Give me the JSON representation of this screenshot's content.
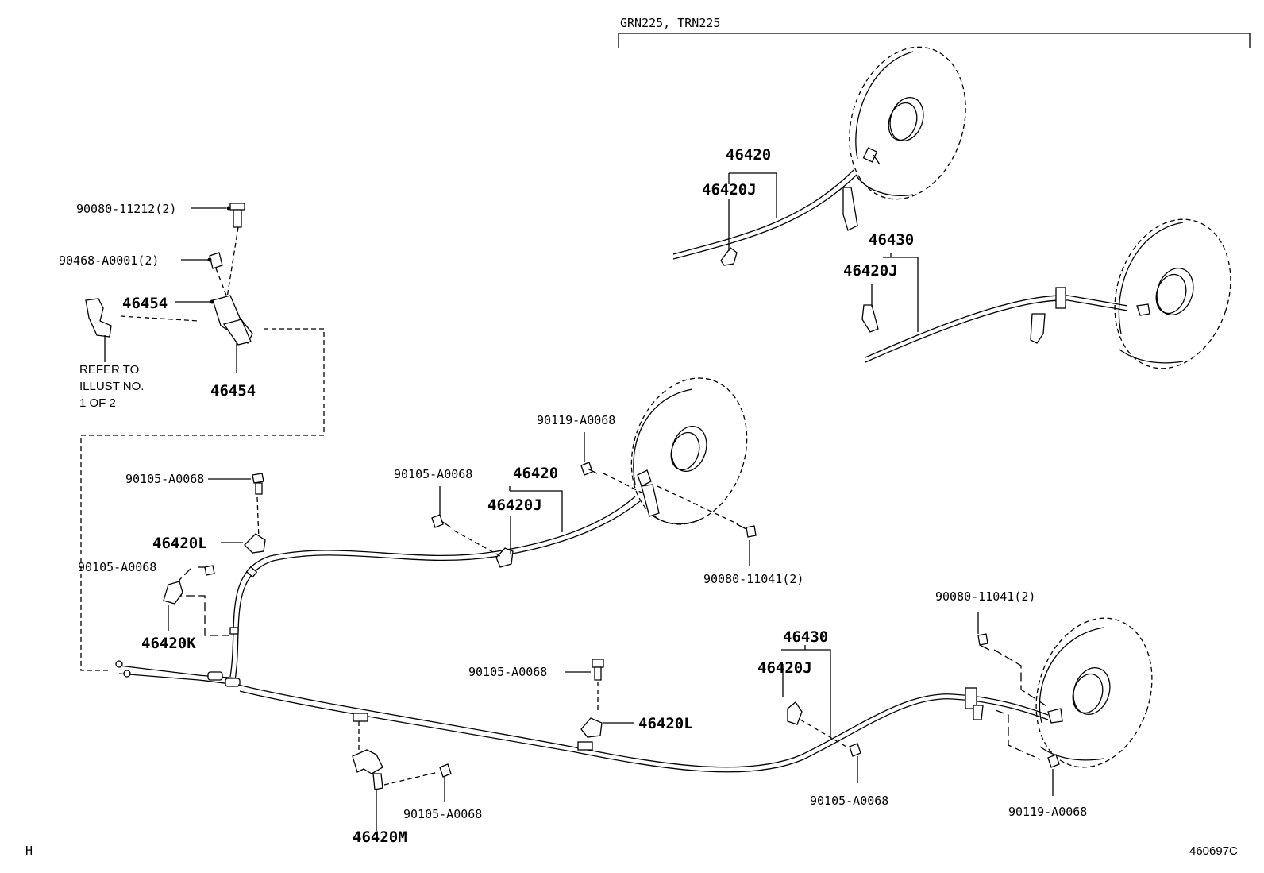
{
  "header": {
    "variant_label": "GRN225, TRN225"
  },
  "footer": {
    "corner_left": "H",
    "illustration_id": "460697C"
  },
  "note": {
    "line1": "REFER TO",
    "line2": "ILLUST NO.",
    "line3": "1 OF 2"
  },
  "labels": {
    "bolt_top": "90080-11212(2)",
    "retainer_top": "90468-A0001(2)",
    "bracket_a": "46454",
    "bracket_b": "46454",
    "tr_cable_l": "46420",
    "tr_clamp_l": "46420J",
    "tr_cable_r": "46430",
    "tr_clamp_r": "46420J",
    "mid_bolt_a": "90119-A0068",
    "mid_bolt_b": "90105-A0068",
    "mid_cable": "46420",
    "mid_clamp": "46420J",
    "mid_bolt_c": "90080-11041(2)",
    "left_bolt_a": "90105-A0068",
    "left_clip_l": "46420L",
    "left_bolt_b": "90105-A0068",
    "left_clip_k": "46420K",
    "bottom_bolt_a": "90105-A0068",
    "bottom_clip_l": "46420L",
    "bottom_clip_m": "46420M",
    "bottom_bolt_b": "90105-A0068",
    "br_cable": "46430",
    "br_clamp": "46420J",
    "br_bolt_a": "90080-11041(2)",
    "br_bolt_b": "90105-A0068",
    "br_bolt_c": "90119-A0068"
  }
}
